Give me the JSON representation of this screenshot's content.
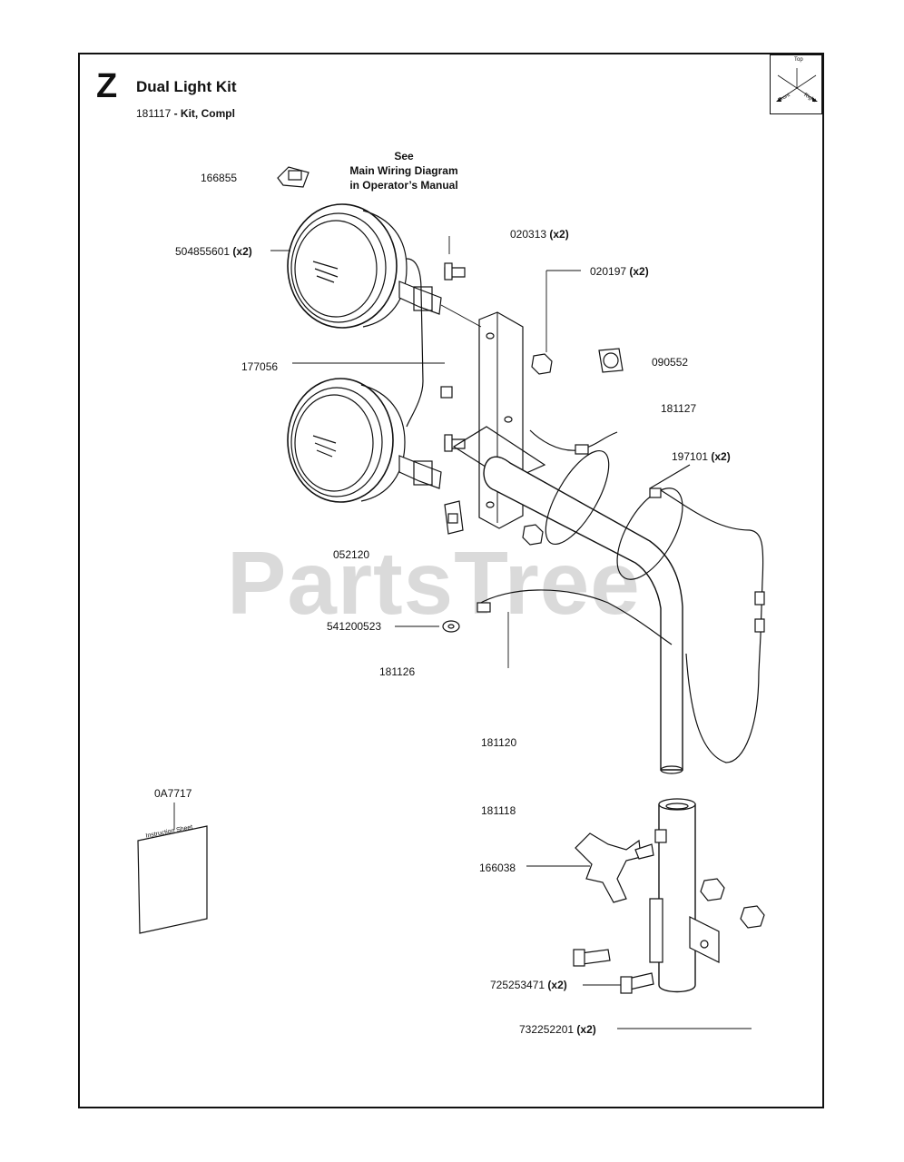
{
  "header": {
    "section_letter": "Z",
    "title": "Dual Light Kit",
    "kit_number": "181117",
    "kit_desc": " - Kit, Compl"
  },
  "orientation_box": {
    "top": "Top",
    "left": "Front",
    "right": "Right"
  },
  "note": {
    "line1": "See",
    "line2": "Main Wiring Diagram",
    "line3": "in Operator’s Manual"
  },
  "parts": {
    "p166855": "166855",
    "p504855601": "504855601",
    "p020313": "020313",
    "p020197": "020197",
    "p177056": "177056",
    "p090552": "090552",
    "p181127": "181127",
    "p197101": "197101",
    "p052120": "052120",
    "p541200523": "541200523",
    "p181126": "181126",
    "p181120": "181120",
    "p0A7717": "0A7717",
    "p181118": "181118",
    "p166038": "166038",
    "p725253471": "725253471",
    "p732252201": "732252201"
  },
  "qty": "(x2)",
  "instruction_sheet": "Instruction Sheet",
  "watermark": "PartsTree"
}
